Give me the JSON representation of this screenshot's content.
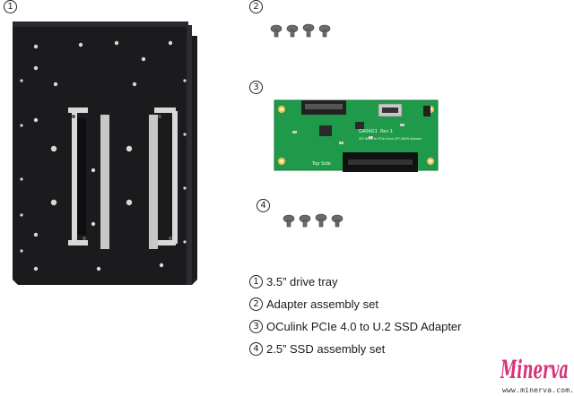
{
  "markers": {
    "tray": "1",
    "adapter_set": "2",
    "board": "3",
    "ssd_set": "4"
  },
  "board_silk": {
    "model": "GA0AG1",
    "rev": "Rev 1",
    "line1": "SFF-8611 to PCIe Gen4 SFF-8639 Adapter",
    "side": "Top Side"
  },
  "legend": [
    {
      "num": "1",
      "text": "3.5” drive tray"
    },
    {
      "num": "2",
      "text": "Adapter assembly set"
    },
    {
      "num": "3",
      "text": "OCulink PCIe 4.0 to U.2 SSD Adapter"
    },
    {
      "num": "4",
      "text": "2.5” SSD assembly set"
    }
  ],
  "brand": {
    "logo_text": "Minerva",
    "website": "www.minerva.com.tw"
  },
  "colors": {
    "tray": "#1b1b1d",
    "pcb": "#1f9a4a",
    "connector": "#111111"
  }
}
